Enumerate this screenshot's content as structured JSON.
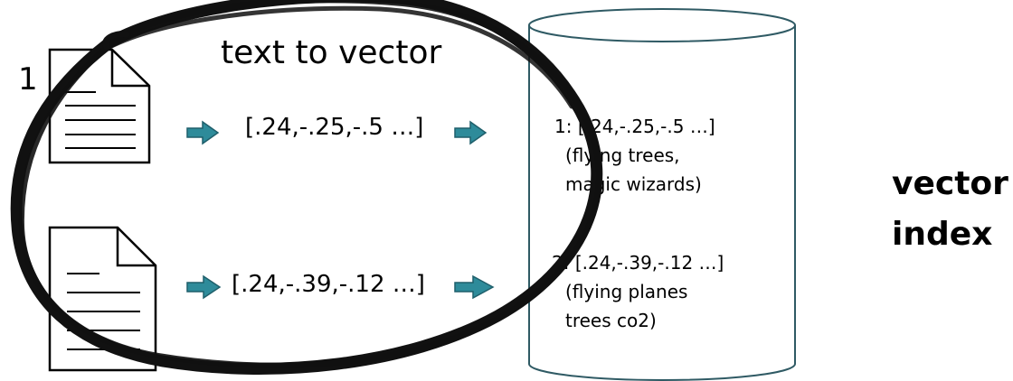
{
  "heading": "text to vector",
  "documents": [
    {
      "number": "1"
    },
    {
      "number": ""
    }
  ],
  "vectors": [
    "[.24,-.25,-.5 …]",
    "[.24,-.39,-.12 …]"
  ],
  "index_entries": [
    {
      "vector": "1: [.24,-.25,-.5 …]",
      "tags_line1": "(flying trees,",
      "tags_line2": "magic wizards)"
    },
    {
      "vector": "2: [.24,-.39,-.12 …]",
      "tags_line1": "(flying planes",
      "tags_line2": "trees co2)"
    }
  ],
  "store_label": {
    "line1": "vector",
    "line2": "index"
  },
  "colors": {
    "arrow_fill": "#2e8b9a",
    "arrow_stroke": "#1f5f6b",
    "cylinder_stroke": "#2f5a64",
    "ink": "#000000"
  }
}
